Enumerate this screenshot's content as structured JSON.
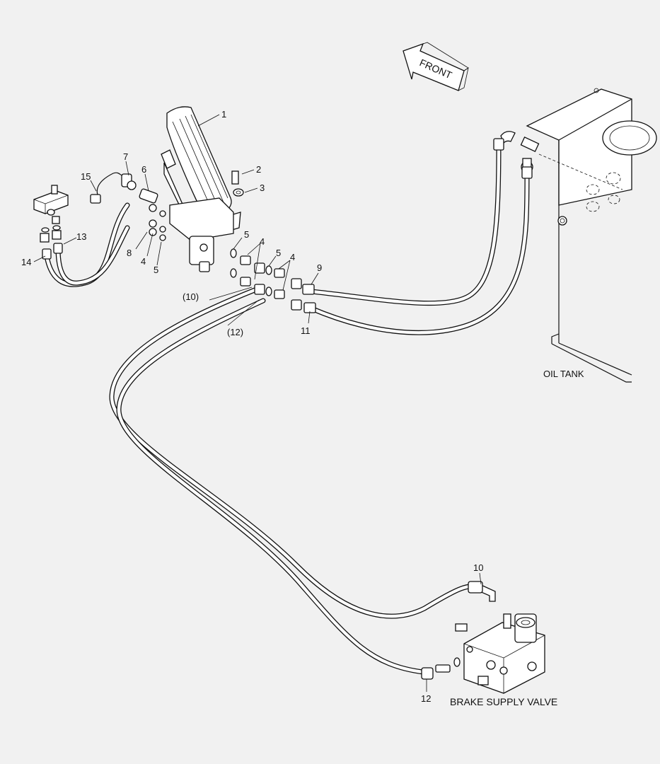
{
  "diagram": {
    "direction_label": "FRONT",
    "components": {
      "oil_tank": "OIL TANK",
      "brake_supply_valve": "BRAKE SUPPLY VALVE"
    },
    "callouts": [
      {
        "id": "c1",
        "text": "1"
      },
      {
        "id": "c2",
        "text": "2"
      },
      {
        "id": "c3",
        "text": "3"
      },
      {
        "id": "c4a",
        "text": "4"
      },
      {
        "id": "c4b",
        "text": "4"
      },
      {
        "id": "c4c",
        "text": "4"
      },
      {
        "id": "c5a",
        "text": "5"
      },
      {
        "id": "c5b",
        "text": "5"
      },
      {
        "id": "c5c",
        "text": "5"
      },
      {
        "id": "c6",
        "text": "6"
      },
      {
        "id": "c7",
        "text": "7"
      },
      {
        "id": "c8",
        "text": "8"
      },
      {
        "id": "c9",
        "text": "9"
      },
      {
        "id": "c10",
        "text": "10"
      },
      {
        "id": "c10p",
        "text": "(10)"
      },
      {
        "id": "c11",
        "text": "11"
      },
      {
        "id": "c12",
        "text": "12"
      },
      {
        "id": "c12p",
        "text": "(12)"
      },
      {
        "id": "c13",
        "text": "13"
      },
      {
        "id": "c14",
        "text": "14"
      },
      {
        "id": "c15",
        "text": "15"
      }
    ]
  }
}
